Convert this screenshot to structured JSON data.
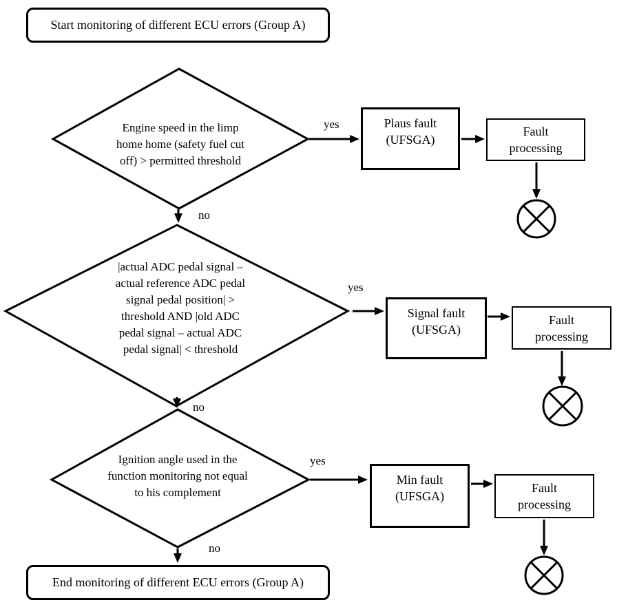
{
  "diagram": {
    "start_label": "Start monitoring of different ECU errors (Group A)",
    "end_label": "End monitoring of different ECU errors (Group A)",
    "colors": {
      "ink": "#000000",
      "background": "#ffffff"
    },
    "icons": [
      {
        "name": "crossed-circle-icon",
        "meaning": "fault termination symbol"
      }
    ],
    "rows": [
      {
        "condition_lines": [
          "Engine speed in the limp",
          "home home (safety fuel cut",
          "off) > permitted threshold"
        ],
        "yes_label": "yes",
        "no_label": "no",
        "fault_line1": "Plaus fault",
        "fault_line2": "(UFSGA)",
        "processing_line1": "Fault",
        "processing_line2": "processing"
      },
      {
        "condition_lines": [
          "|actual ADC pedal signal –",
          "actual reference ADC pedal",
          "signal pedal position| >",
          "threshold AND |old ADC",
          "pedal signal – actual ADC",
          "pedal signal| < threshold"
        ],
        "yes_label": "yes",
        "no_label": "no",
        "fault_line1": "Signal fault",
        "fault_line2": "(UFSGA)",
        "processing_line1": "Fault",
        "processing_line2": "processing"
      },
      {
        "condition_lines": [
          "Ignition angle used in the",
          "function monitoring not equal",
          "to his complement"
        ],
        "yes_label": "yes",
        "no_label": "no",
        "fault_line1": "Min fault",
        "fault_line2": "(UFSGA)",
        "processing_line1": "Fault",
        "processing_line2": "processing"
      }
    ]
  }
}
